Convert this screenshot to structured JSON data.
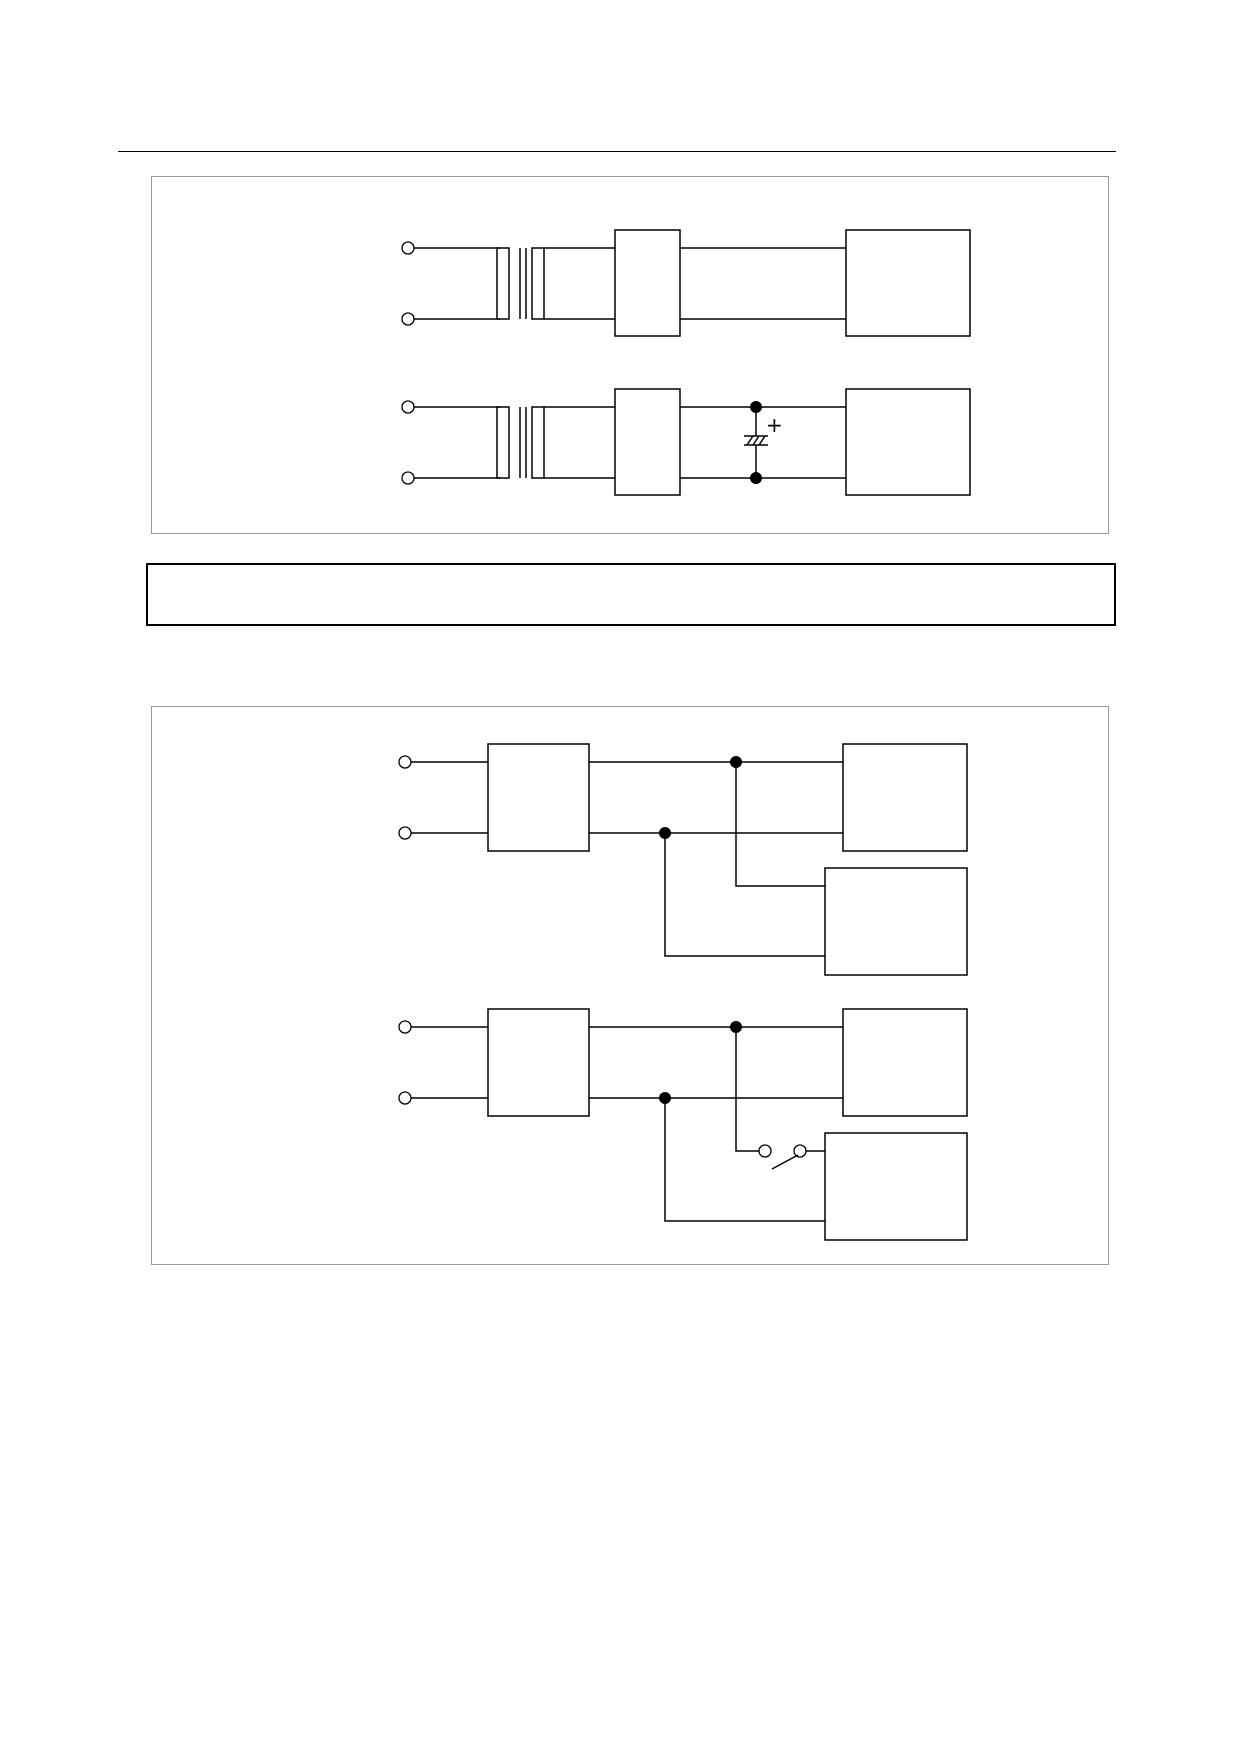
{
  "figures": [
    {
      "circuits": [
        {
          "input_coupling": "transformer",
          "output": "direct"
        },
        {
          "input_coupling": "transformer",
          "output": "capacitor-filtered",
          "capacitor_polarity_mark": "+"
        }
      ]
    },
    {
      "circuits": [
        {
          "loads": 2,
          "second_load_switched": false
        },
        {
          "loads": 2,
          "second_load_switched": true
        }
      ]
    }
  ],
  "note": {
    "text": ""
  },
  "icons": [
    "terminal-icon",
    "transformer-icon",
    "junction-dot-icon",
    "polarized-capacitor-icon",
    "switch-icon"
  ]
}
